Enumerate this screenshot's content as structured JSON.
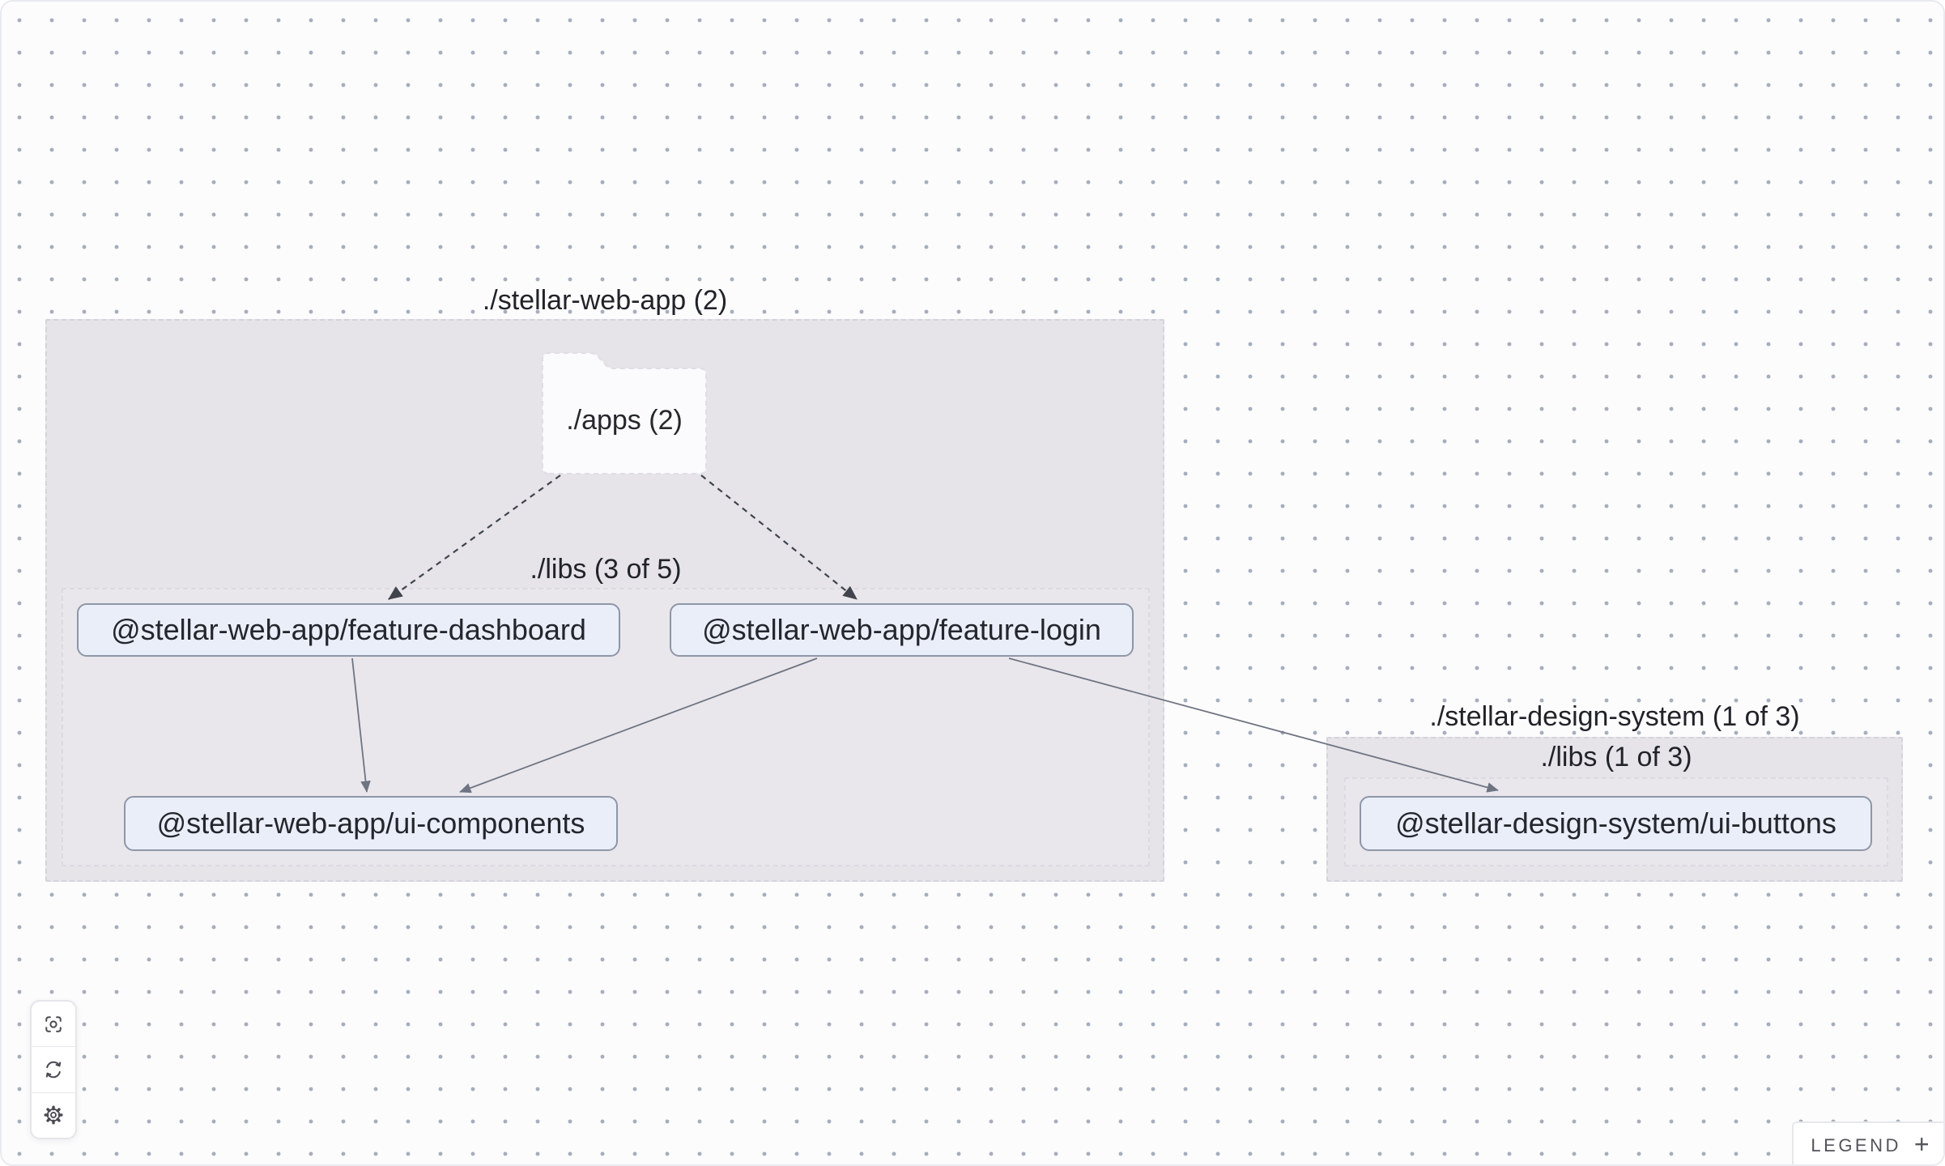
{
  "colors": {
    "canvas_bg": "#fcfcfd",
    "dot": "#a6adbc",
    "cluster_fill": "#e6e4e9",
    "subcluster_fill": "#e9e7ec",
    "node_fill": "#eaeef8",
    "node_border": "#8e96a8",
    "edge_solid": "#6f7482",
    "edge_dashed": "#41444c",
    "text": "#23262c"
  },
  "graph": {
    "clusters": [
      {
        "id": "stellar-web-app",
        "title": "./stellar-web-app (2)",
        "folder": {
          "label": "./apps (2)"
        },
        "subcluster": {
          "label": "./libs (3 of 5)"
        }
      },
      {
        "id": "stellar-design-system",
        "title": "./stellar-design-system (1 of 3)",
        "subcluster": {
          "label": "./libs (1 of 3)"
        }
      }
    ],
    "nodes": [
      {
        "label": "@stellar-web-app/feature-dashboard"
      },
      {
        "label": "@stellar-web-app/feature-login"
      },
      {
        "label": "@stellar-web-app/ui-components"
      },
      {
        "label": "@stellar-design-system/ui-buttons"
      }
    ],
    "edges": [
      {
        "from": "./apps (2)",
        "to": "@stellar-web-app/feature-dashboard",
        "style": "dashed"
      },
      {
        "from": "./apps (2)",
        "to": "@stellar-web-app/feature-login",
        "style": "dashed"
      },
      {
        "from": "@stellar-web-app/feature-dashboard",
        "to": "@stellar-web-app/ui-components",
        "style": "solid"
      },
      {
        "from": "@stellar-web-app/feature-login",
        "to": "@stellar-web-app/ui-components",
        "style": "solid"
      },
      {
        "from": "@stellar-web-app/feature-login",
        "to": "@stellar-design-system/ui-buttons",
        "style": "solid"
      }
    ]
  },
  "toolbar": {
    "buttons": [
      {
        "icon": "focus-icon"
      },
      {
        "icon": "refresh-icon"
      },
      {
        "icon": "settings-icon"
      }
    ]
  },
  "legend": {
    "label": "LEGEND",
    "toggle": "+"
  }
}
